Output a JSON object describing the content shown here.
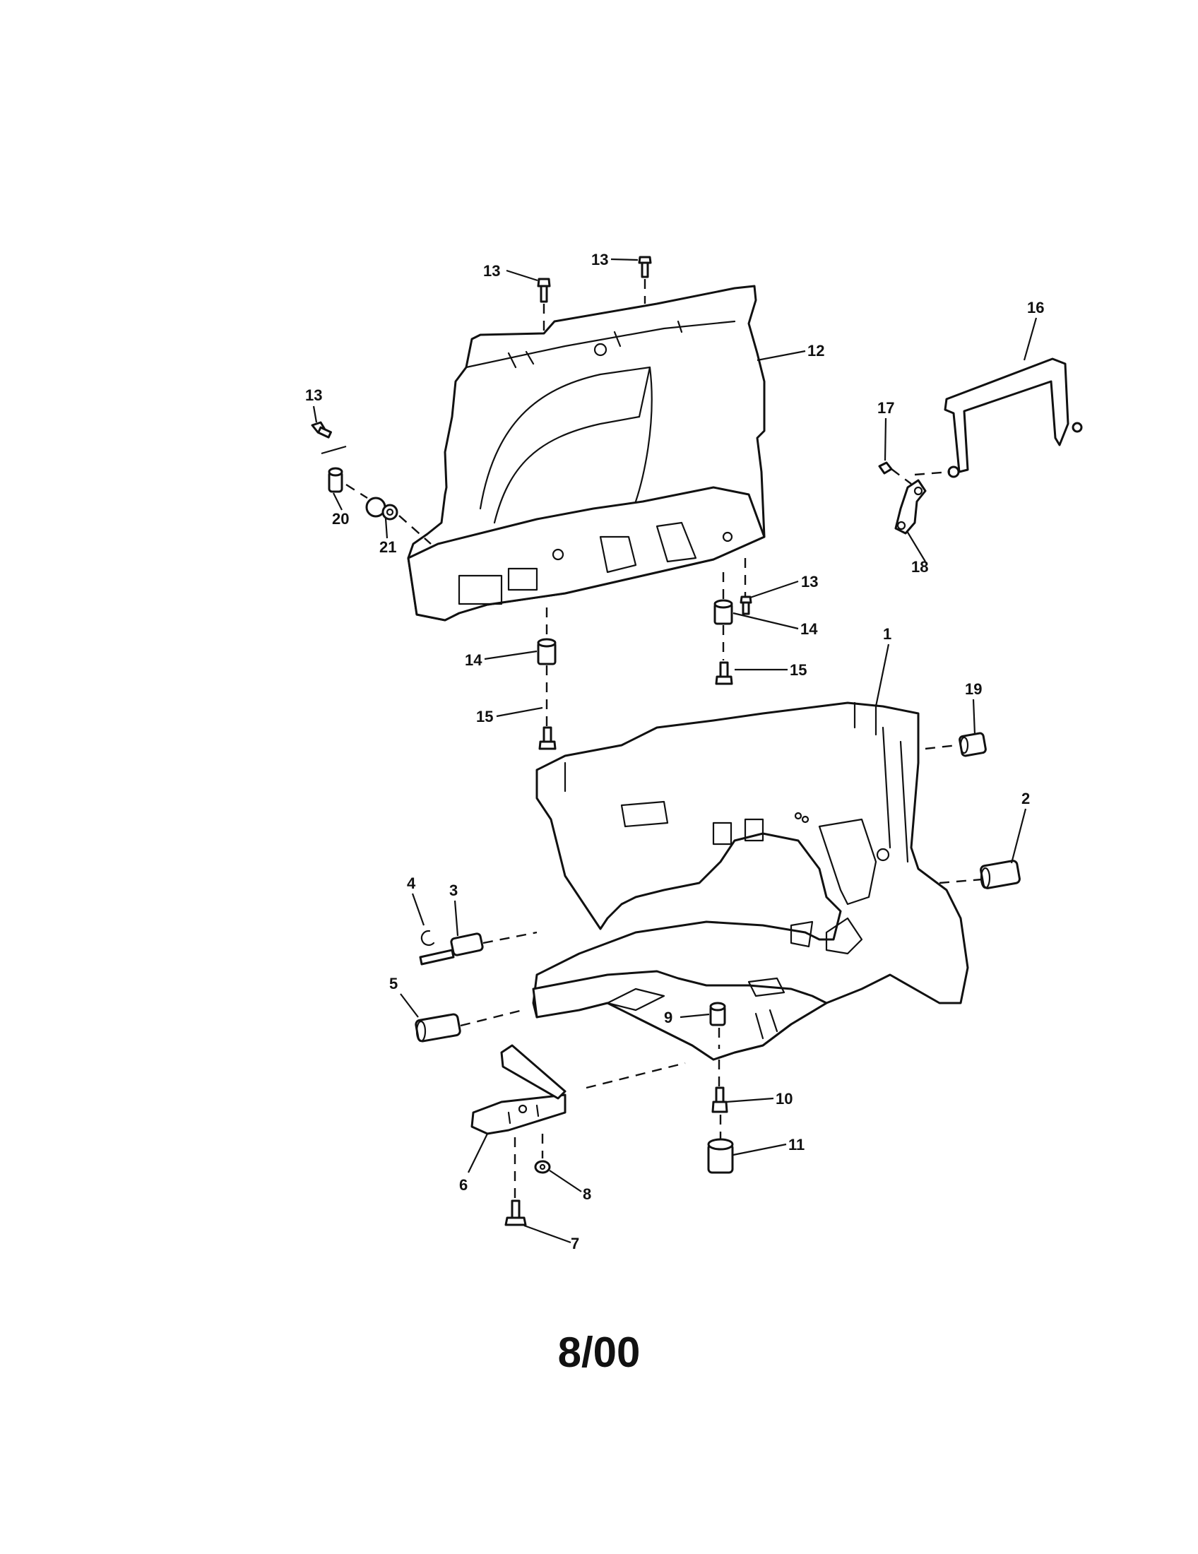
{
  "callouts": [
    {
      "id": "c1",
      "label": "1"
    },
    {
      "id": "c2",
      "label": "2"
    },
    {
      "id": "c3",
      "label": "3"
    },
    {
      "id": "c4",
      "label": "4"
    },
    {
      "id": "c5",
      "label": "5"
    },
    {
      "id": "c6",
      "label": "6"
    },
    {
      "id": "c7",
      "label": "7"
    },
    {
      "id": "c8",
      "label": "8"
    },
    {
      "id": "c9",
      "label": "9"
    },
    {
      "id": "c10",
      "label": "10"
    },
    {
      "id": "c11",
      "label": "11"
    },
    {
      "id": "c12",
      "label": "12"
    },
    {
      "id": "c13a",
      "label": "13"
    },
    {
      "id": "c13b",
      "label": "13"
    },
    {
      "id": "c13c",
      "label": "13"
    },
    {
      "id": "c13d",
      "label": "13"
    },
    {
      "id": "c14a",
      "label": "14"
    },
    {
      "id": "c14b",
      "label": "14"
    },
    {
      "id": "c15a",
      "label": "15"
    },
    {
      "id": "c15b",
      "label": "15"
    },
    {
      "id": "c16",
      "label": "16"
    },
    {
      "id": "c17",
      "label": "17"
    },
    {
      "id": "c18",
      "label": "18"
    },
    {
      "id": "c19",
      "label": "19"
    },
    {
      "id": "c20",
      "label": "20"
    },
    {
      "id": "c21",
      "label": "21"
    }
  ],
  "footer": {
    "page_code": "8/00"
  }
}
